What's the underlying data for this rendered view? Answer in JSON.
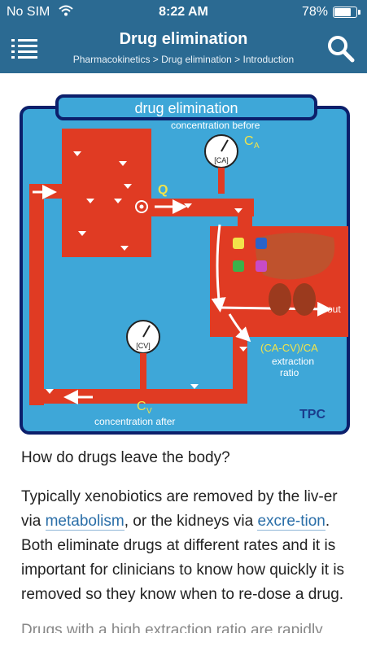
{
  "status_bar": {
    "carrier": "No SIM",
    "time": "8:22 AM",
    "battery": "78%",
    "battery_level": 0.78
  },
  "nav": {
    "title": "Drug elimination",
    "breadcrumb": "Pharmacokinetics > Drug elimination > Introduction",
    "menu_icon": "list-menu-icon",
    "search_icon": "search-icon"
  },
  "figure": {
    "title": "drug elimination",
    "conc_before": "concentration before",
    "ca_label": "C",
    "ca_sub": "A",
    "gauge_a_label": "[CA]",
    "q_label": "Q",
    "gauge_v_label": "[CV]",
    "cv_label": "C",
    "cv_sub": "V",
    "conc_after": "concentration after",
    "out_label": "out",
    "extraction_formula": "(CA-CV)/CA",
    "extraction_line1": "extraction",
    "extraction_line2": "ratio",
    "logo": "TPC",
    "colors": {
      "background": "#3ea7d8",
      "frame": "#0c1f6b",
      "blood": "#e03b23",
      "yellow_label": "#f2e34a"
    }
  },
  "content": {
    "question": "How do drugs leave the body?",
    "para_prefix": "Typically xenobiotics are removed by the liv-er via ",
    "link_metabolism": "metabolism",
    "para_mid": ", or the kidneys via ",
    "link_excretion": "excre-tion",
    "para_suffix": ". Both eliminate drugs at different rates and it is important for clinicians to know how quickly it is removed so they know when to re-dose a drug.",
    "next_line": "Drugs with a high extraction ratio are rapidly removed by the"
  }
}
